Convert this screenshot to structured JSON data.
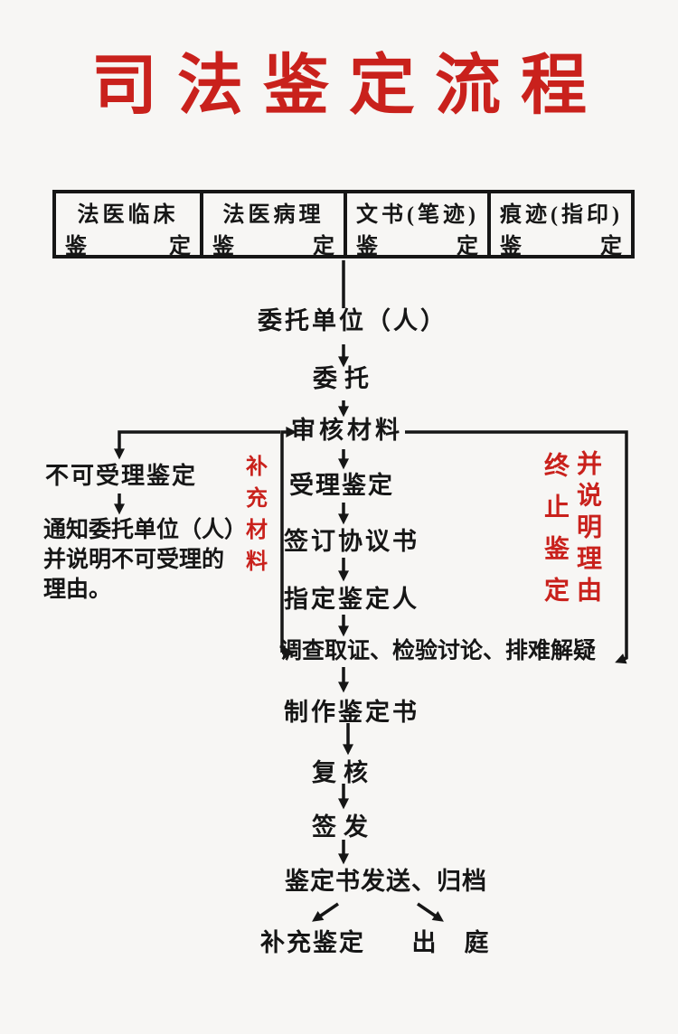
{
  "title": "司法鉴定流程",
  "colors": {
    "accent_red": "#c9211c",
    "line_black": "#161616",
    "background": "#f7f6f4"
  },
  "table": {
    "cells": [
      {
        "line1": "法医临床",
        "line2_left": "鉴",
        "line2_right": "定"
      },
      {
        "line1": "法医病理",
        "line2_left": "鉴",
        "line2_right": "定"
      },
      {
        "line1": "文书(笔迹)",
        "line2_left": "鉴",
        "line2_right": "定"
      },
      {
        "line1": "痕迹(指印)",
        "line2_left": "鉴",
        "line2_right": "定"
      }
    ]
  },
  "flow": {
    "client_unit": "委托单位（人）",
    "entrust": "委托",
    "review_materials": "审核材料",
    "accept_appraisal": "受理鉴定",
    "sign_agreement": "签订协议书",
    "appoint_appraiser": "指定鉴定人",
    "investigation": "调查取证、检验讨论、排难解疑",
    "produce_report": "制作鉴定书",
    "recheck": "复核",
    "issue": "签发",
    "send_archive": "鉴定书发送、归档",
    "supplementary_appraisal": "补充鉴定",
    "court_appearance": "出　庭"
  },
  "left_branch": {
    "not_acceptable": "不可受理鉴定",
    "notify_lines": [
      "通知委托单位（人）",
      "并说明不可受理的",
      "理由。"
    ]
  },
  "side_labels": {
    "supplement_materials": "补充材料",
    "terminate_appraisal": "终止鉴定",
    "explain_reason": "并说明理由"
  }
}
